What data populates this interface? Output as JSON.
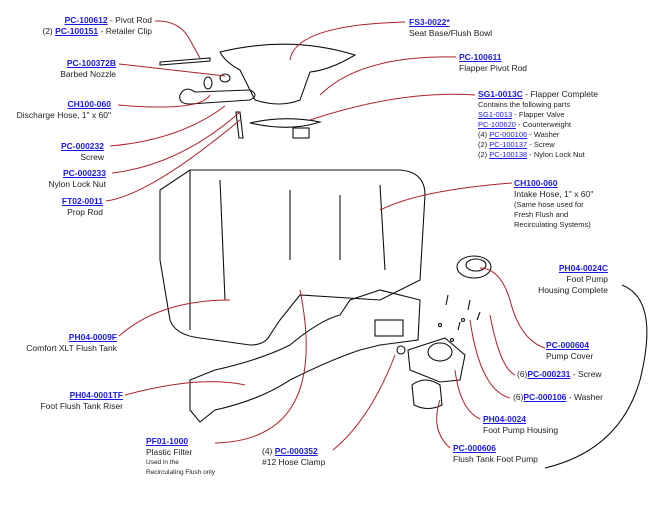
{
  "colors": {
    "part_number": "#1a1ae6",
    "leader": "#b0202a",
    "linework": "#111111"
  },
  "callouts": {
    "pivot_rod": {
      "pn": "PC-100612",
      "desc": " - Pivot Rod",
      "qty2": "(2) ",
      "pn2": "PC-100151",
      "desc2": " - Retailer Clip"
    },
    "barbed_nozzle": {
      "pn": "PC-100372B",
      "desc": "Barbed Nozzle"
    },
    "discharge_hose": {
      "pn": "CH100-060",
      "desc": "Discharge Hose, 1\" x 60\""
    },
    "screw": {
      "pn": "PC-000232",
      "desc": "Screw"
    },
    "lock_nut": {
      "pn": "PC-000233",
      "desc": "Nylon Lock Nut"
    },
    "prop_rod": {
      "pn": "FT02-0011",
      "desc": "Prop Rod"
    },
    "seat_base": {
      "pn": "FS3-0022*",
      "desc": "Seat Base/Flush Bowl"
    },
    "flapper_pivot": {
      "pn": "PC-100611",
      "desc": "Flapper Pivot Rod"
    },
    "flapper": {
      "pn": "SG1-0013C",
      "desc": " - Flapper Complete",
      "contains": "Contains the following parts",
      "parts": [
        {
          "qty": "",
          "pn": "SG1-0013",
          "desc": " - Flapper Valve"
        },
        {
          "qty": "",
          "pn": "PC-100620",
          "desc": " - Counterweight"
        },
        {
          "qty": "(4) ",
          "pn": "PC-000106",
          "desc": " - Washer"
        },
        {
          "qty": "(2) ",
          "pn": "PC-100137",
          "desc": " - Screw"
        },
        {
          "qty": "(2) ",
          "pn": "PC-100138",
          "desc": " - Nylon Lock Nut"
        }
      ]
    },
    "intake_hose": {
      "pn": "CH100-060",
      "desc": "Intake Hose, 1\" x 60\"",
      "note1": "(Same hose used for",
      "note2": "Fresh Flush and",
      "note3": "Recirculating Systems)"
    },
    "pump_complete": {
      "pn": "PH04-0024C",
      "desc1": "Foot Pump",
      "desc2": "Housing Complete"
    },
    "pump_cover": {
      "pn": "PC-000604",
      "desc": "Pump Cover"
    },
    "pump_screw": {
      "qty": "(6)",
      "pn": "PC-000231",
      "desc": " - Screw"
    },
    "pump_washer": {
      "qty": "(6)",
      "pn": "PC-000106",
      "desc": " - Washer"
    },
    "pump_housing": {
      "pn": "PH04-0024",
      "desc": "Foot Pump Housing"
    },
    "foot_pump": {
      "pn": "PC-000606",
      "desc": "Flush Tank Foot Pump"
    },
    "flush_tank": {
      "pn": "PH04-0009F",
      "desc": "Comfort XLT Flush Tank"
    },
    "riser": {
      "pn": "PH04-0001TF",
      "desc": "Foot Flush Tank Riser"
    },
    "filter": {
      "pn": "PF01-1000",
      "desc": "Plastic Filter",
      "note1": "Used in the",
      "note2": "Recirculating Flush only"
    },
    "hose_clamp": {
      "qty": "(4) ",
      "pn": "PC-000352",
      "desc": "#12 Hose Clamp"
    }
  }
}
